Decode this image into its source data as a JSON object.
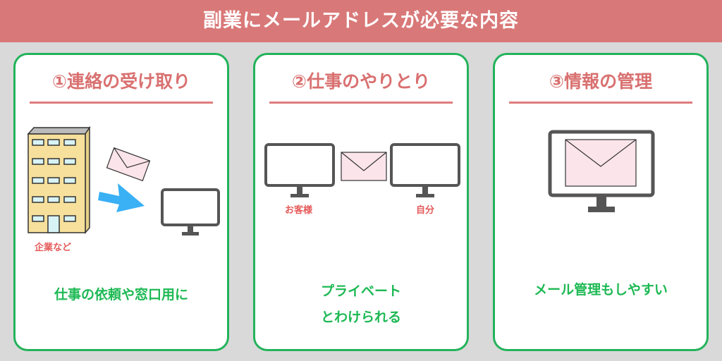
{
  "header": {
    "title": "副業にメールアドレスが必要な内容"
  },
  "cards": [
    {
      "title": "①連絡の受け取り",
      "label": "企業など",
      "caption": "仕事の依頼や窓口用に"
    },
    {
      "title": "②仕事のやりとり",
      "label_left": "お客様",
      "label_right": "自分",
      "caption_line1": "プライベート",
      "caption_line2": "とわけられる"
    },
    {
      "title": "③情報の管理",
      "caption": "メール管理もしやすい"
    }
  ],
  "colors": {
    "header": "#d97878",
    "accent": "#d97070",
    "border": "#23b35b",
    "caption": "#1db954",
    "arrow": "#3ab0f5",
    "envelope": "#fbe4ea",
    "building": "#f6e09c"
  }
}
